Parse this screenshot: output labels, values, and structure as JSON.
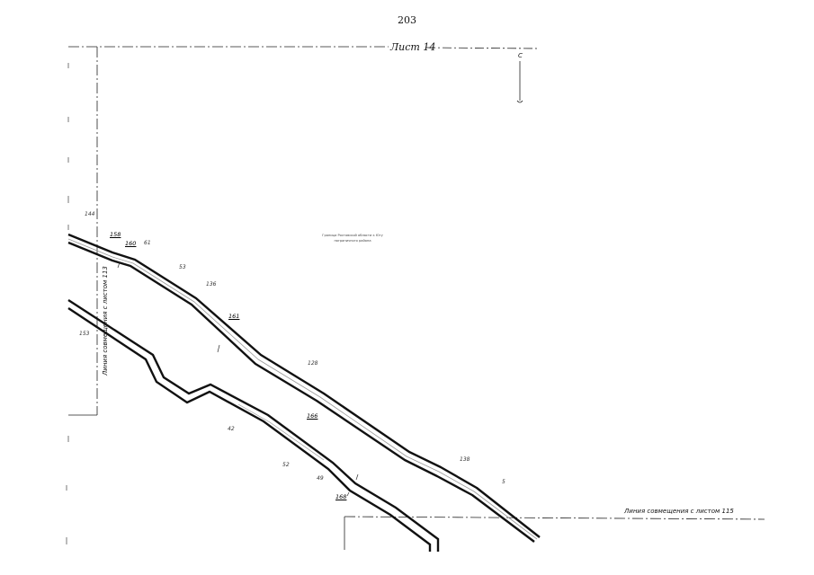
{
  "page_number": "203",
  "sheet_label": "Лист 14",
  "compass_letter": "С",
  "match_line_left": "Линия совмещения с листом 113",
  "match_line_bottom": "Линия совмещения с листом 115",
  "note": {
    "line1": "Граница Ростовской области к Югу",
    "line2": "пограничного района"
  },
  "point_labels": {
    "p158": "158",
    "p160": "160",
    "p161": "161",
    "p166": "166",
    "p168": "168",
    "t144": "144",
    "t61": "61",
    "t53": "53",
    "t136": "136",
    "t153": "153",
    "t128": "128",
    "t42": "42",
    "t52": "52",
    "t49": "49",
    "t138": "138",
    "t5": "5"
  }
}
